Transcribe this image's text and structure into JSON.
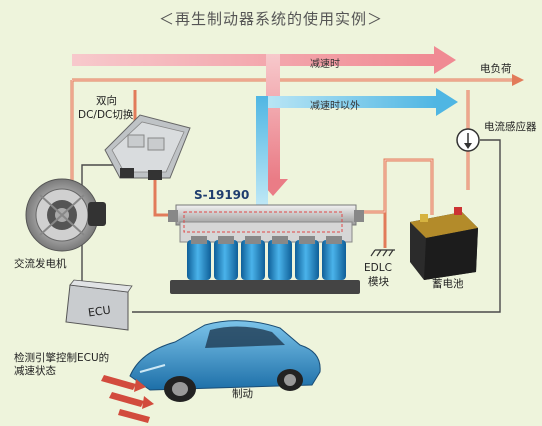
{
  "title": "＜再生制动器系统的使用实例＞",
  "arrows": {
    "decel": "减速时",
    "non_decel": "减速时以外"
  },
  "labels": {
    "electric_load": "电负荷",
    "current_sensor": "电流感应器",
    "dcdc_line1": "双向",
    "dcdc_line2": "DC/DC切换",
    "alternator": "交流发电机",
    "ecu_box": "ECU",
    "ecu_desc_line1": "检测引擎控制ECU的",
    "ecu_desc_line2": "减速状态",
    "edlc_line1": "EDLC",
    "edlc_line2": "模块",
    "battery": "蓄电池",
    "braking": "制动",
    "model": "S-19190"
  },
  "colors": {
    "background": "#eef4dc",
    "decel_arrow": "#f4a6ab",
    "non_decel_arrow": "#7fd0ee",
    "wire": "#e27b5a",
    "signal_wire": "#4a4a4a",
    "capacitor": "#1e88c8",
    "car": "#2f8fc8"
  }
}
